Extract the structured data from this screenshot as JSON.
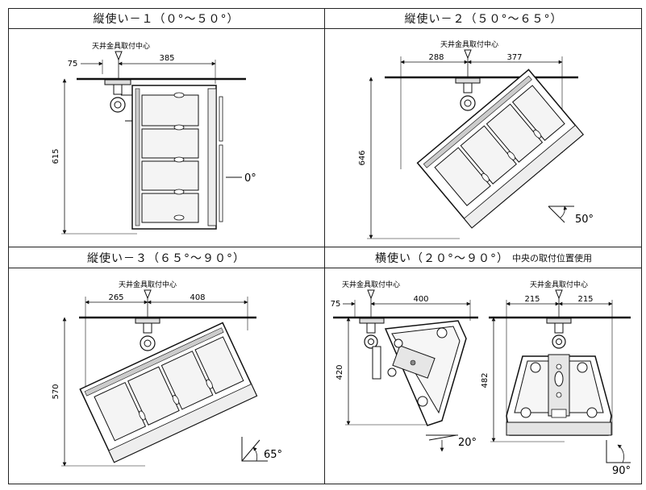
{
  "panels": {
    "p1": {
      "title": "縦使い－１（０°～５０°）",
      "caption": "天井金具取付中心",
      "dim_a": "75",
      "dim_b": "385",
      "height": "615",
      "angle": "0°"
    },
    "p2": {
      "title": "縦使い－２（５０°～６５°）",
      "caption": "天井金具取付中心",
      "dim_a": "288",
      "dim_b": "377",
      "height": "646",
      "angle": "50°"
    },
    "p3": {
      "title": "縦使い－３（６５°～９０°）",
      "caption": "天井金具取付中心",
      "dim_a": "265",
      "dim_b": "408",
      "height": "570",
      "angle": "65°"
    },
    "p4": {
      "title": "横使い（２０°～９０°）",
      "title_sub": "中央の取付位置使用",
      "left": {
        "caption": "天井金具取付中心",
        "dim_a": "75",
        "dim_b": "400",
        "height": "420",
        "angle": "20°"
      },
      "right": {
        "caption": "天井金具取付中心",
        "dim_a": "215",
        "dim_b": "215",
        "height": "482",
        "angle": "90°"
      }
    }
  },
  "colors": {
    "line": "#111111",
    "fill_light": "#f2f2f2",
    "fill_mid": "#d9d9d9",
    "fill_dark": "#8a8a8a"
  }
}
